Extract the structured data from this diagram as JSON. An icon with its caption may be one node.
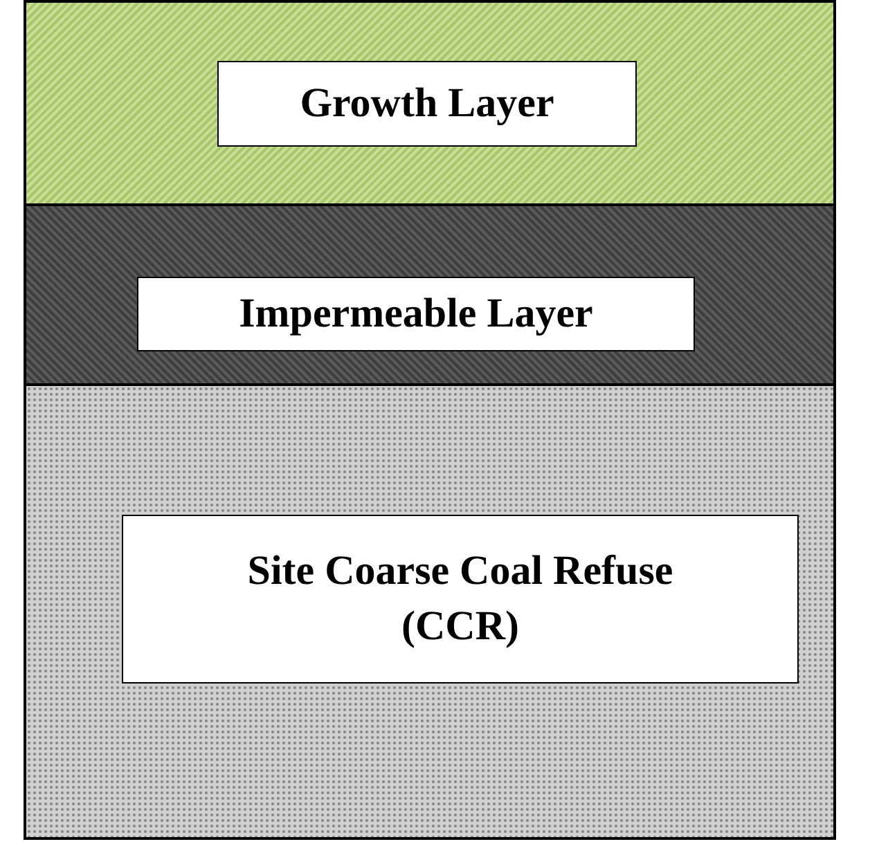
{
  "diagram": {
    "nodes": [
      {
        "text": [],
        "shape": "band"
      },
      {
        "text": [
          "Growth Layer"
        ],
        "in": 0
      },
      {
        "text": [],
        "shape": "band"
      },
      {
        "text": [
          "Impermeable Layer"
        ],
        "in": 2
      },
      {
        "text": [],
        "shape": "band"
      },
      {
        "text": [
          "Site Coarse Coal Refuse (CCR)"
        ],
        "in": 4
      }
    ],
    "edges": []
  }
}
